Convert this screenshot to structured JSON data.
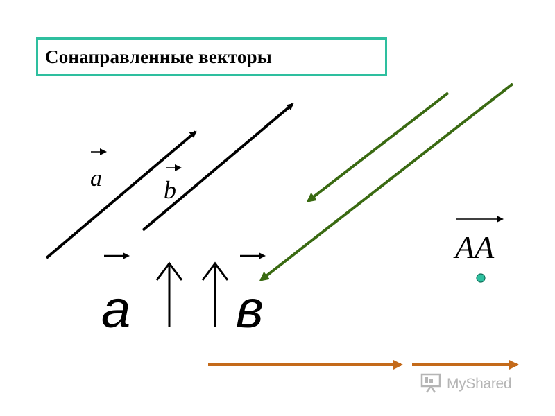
{
  "slide": {
    "title": "Сонаправленные векторы"
  },
  "labels": {
    "vector_a": "a",
    "vector_b": "b",
    "vector_aa": "AA",
    "relation_left": "a",
    "relation_right": "в"
  },
  "watermark": {
    "text": "MyShared"
  },
  "colors": {
    "title_border": "#2ebf9f",
    "black_vectors": "#000000",
    "green_vectors": "#3a6a12",
    "orange_vectors": "#c46a1a",
    "point_fill": "#2ebf9f"
  },
  "icons": {
    "watermark_icon": "presentation-board-icon"
  }
}
